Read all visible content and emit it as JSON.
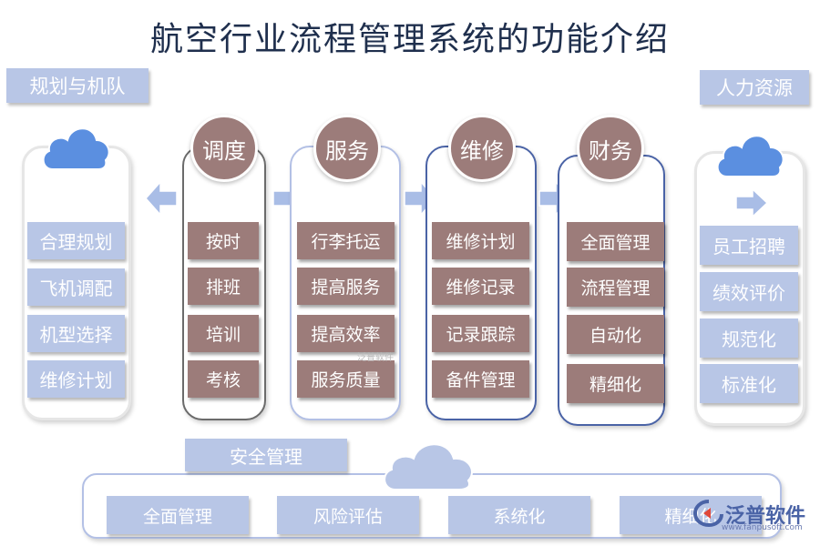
{
  "title": "航空行业流程管理系统的功能介绍",
  "left": {
    "label": "规划与机队",
    "items": [
      "合理规划",
      "飞机调配",
      "机型选择",
      "维修计划"
    ]
  },
  "right": {
    "label": "人力资源",
    "items": [
      "员工招聘",
      "绩效评价",
      "规范化",
      "标准化"
    ]
  },
  "columns": [
    {
      "title": "调度",
      "items": [
        "按时",
        "排班",
        "培训",
        "考核"
      ]
    },
    {
      "title": "服务",
      "items": [
        "行李托运",
        "提高服务",
        "提高效率",
        "服务质量"
      ]
    },
    {
      "title": "维修",
      "items": [
        "维修计划",
        "维修记录",
        "记录跟踪",
        "备件管理"
      ]
    },
    {
      "title": "财务",
      "items": [
        "全面管理",
        "流程管理",
        "自动化",
        "精细化"
      ]
    }
  ],
  "safety": {
    "label": "安全管理",
    "items": [
      "全面管理",
      "风险评估",
      "系统化",
      "精细化"
    ]
  },
  "watermark": {
    "text": "泛普软件",
    "url": "www.fanpusoft.com",
    "mid_text": "泛普软件"
  },
  "colors": {
    "title": "#1f2f4d",
    "label_blue": "#b8c6e6",
    "item_brown": "#9c7c7a",
    "cloud_blue": "#5b8fe0",
    "arrow_blue": "#a9bde6",
    "navy_border": "#4a63a6"
  }
}
